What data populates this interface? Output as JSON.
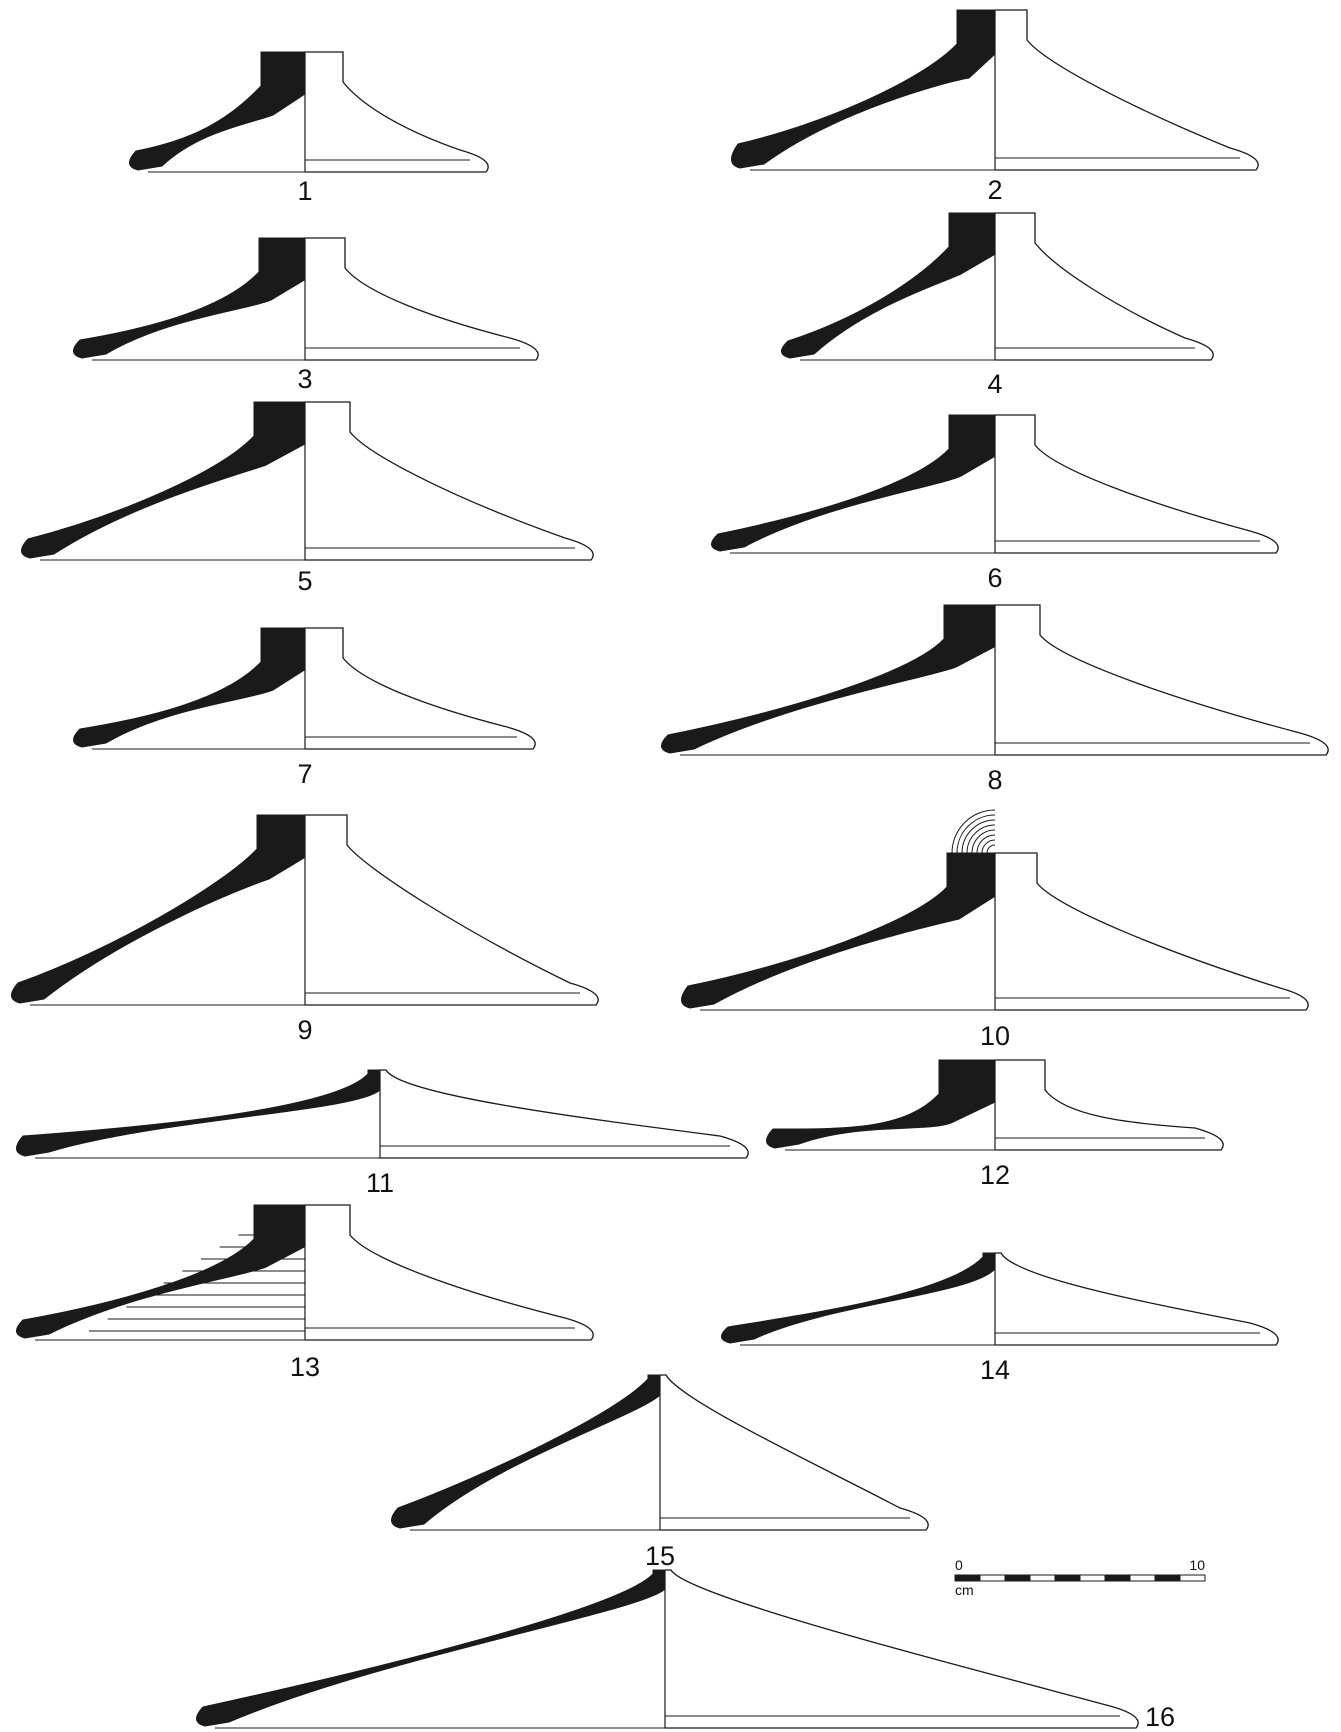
{
  "figure": {
    "labels": [
      "1",
      "2",
      "3",
      "4",
      "5",
      "6",
      "7",
      "8",
      "9",
      "10",
      "11",
      "12",
      "13",
      "14",
      "15",
      "16"
    ],
    "scale": {
      "start": "0",
      "end": "10",
      "unit": "cm"
    },
    "colors": {
      "section": "#1a1a1a",
      "outline": "#1a1a1a",
      "background": "#ffffff"
    }
  }
}
